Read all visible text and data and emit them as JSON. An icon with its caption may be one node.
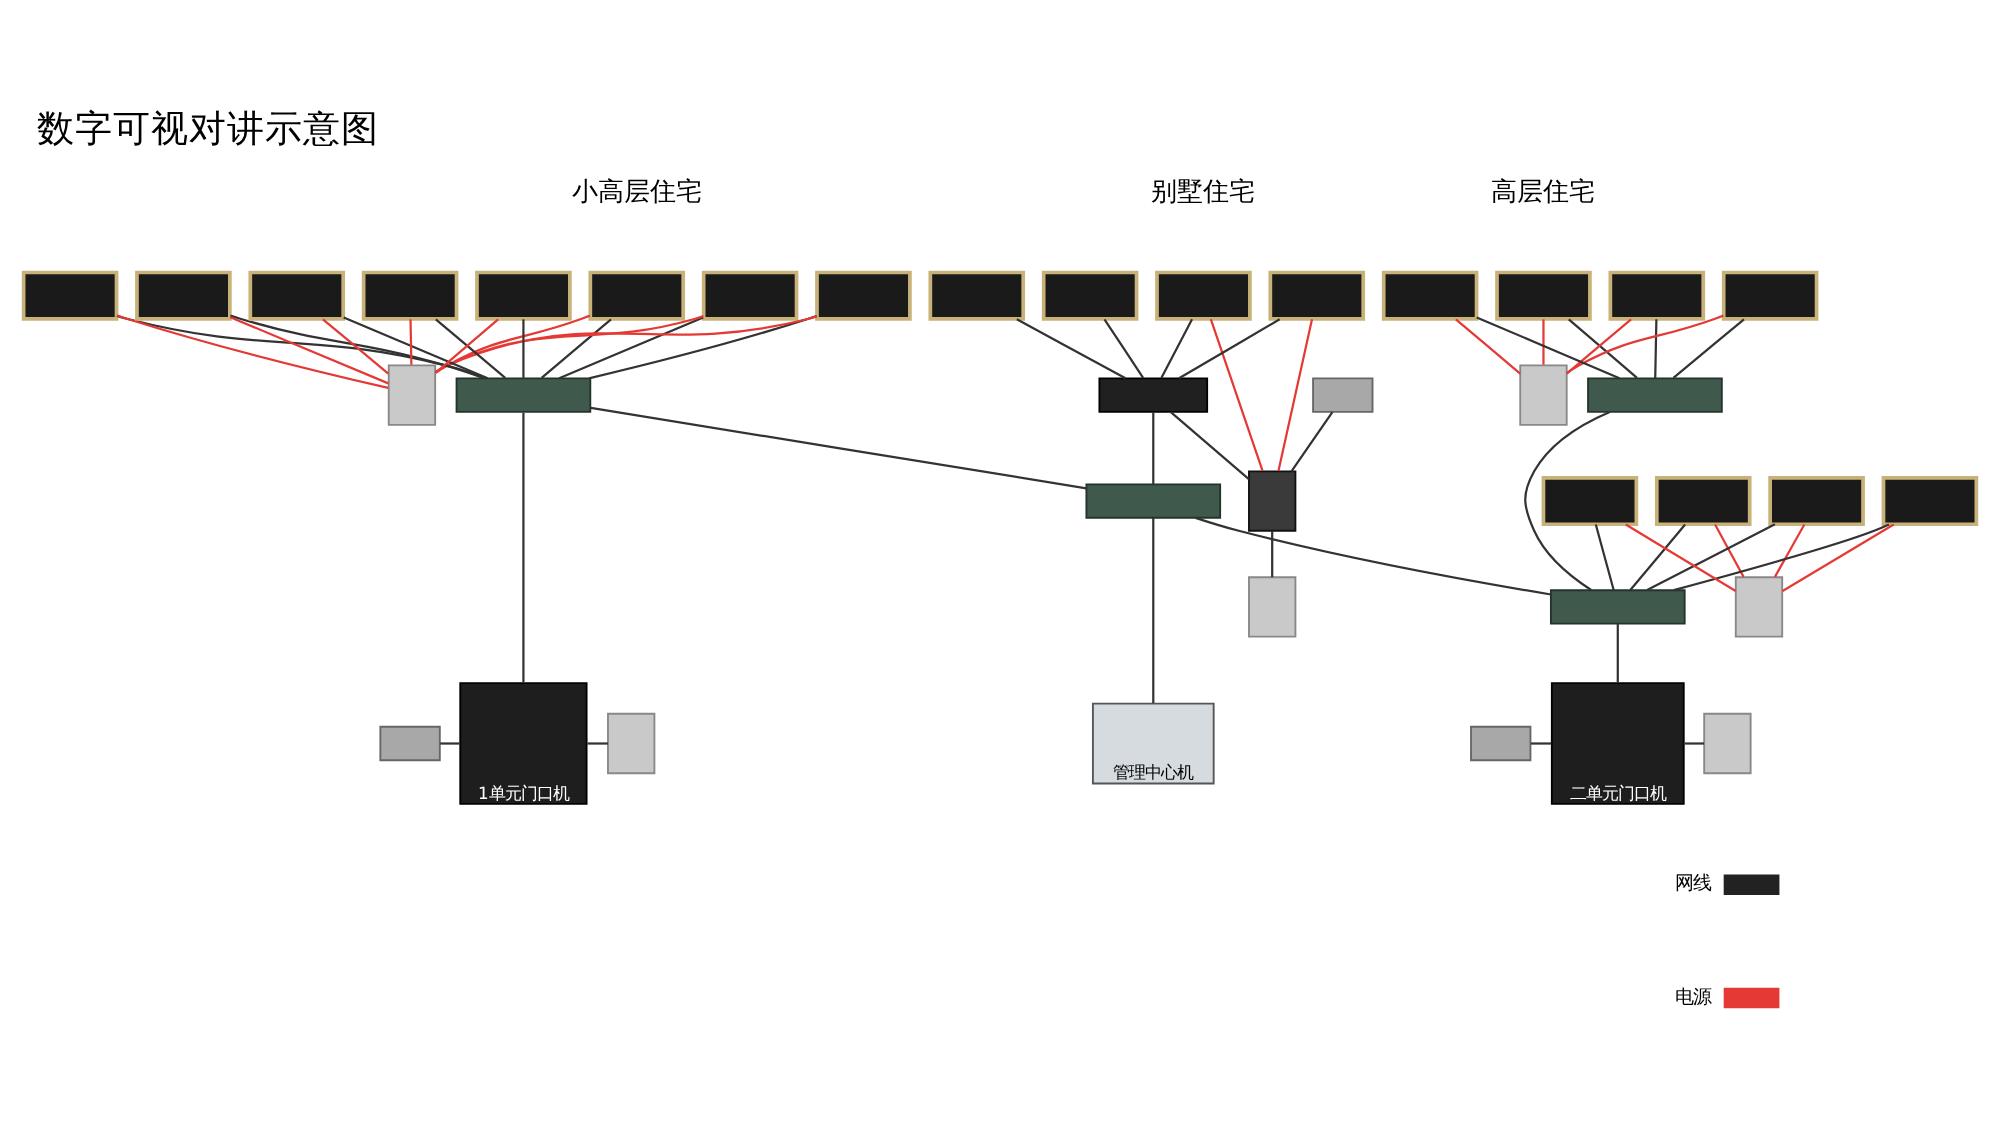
{
  "diagram": {
    "title": "数字可视对讲示意图",
    "nodes": [
      {
        "text": [],
        "shape": "box"
      },
      {
        "text": [],
        "shape": "box"
      },
      {
        "text": [],
        "shape": "box"
      },
      {
        "text": [],
        "shape": "box"
      },
      {
        "text": [],
        "shape": "box"
      },
      {
        "text": [],
        "shape": "box"
      },
      {
        "text": [],
        "shape": "box"
      },
      {
        "text": [],
        "shape": "box"
      },
      {
        "text": [],
        "shape": "box"
      },
      {
        "text": [],
        "shape": "box"
      },
      {
        "text": [
          "1单元门口机"
        ]
      },
      {
        "text": [],
        "shape": "box"
      },
      {
        "text": [],
        "shape": "box"
      },
      {
        "text": [],
        "shape": "box"
      },
      {
        "text": [],
        "shape": "box"
      },
      {
        "text": [],
        "shape": "box"
      },
      {
        "text": [],
        "shape": "box"
      },
      {
        "text": [],
        "shape": "box"
      },
      {
        "text": [],
        "shape": "box"
      },
      {
        "text": [],
        "shape": "box"
      },
      {
        "text": [],
        "shape": "box"
      },
      {
        "text": [],
        "shape": "box"
      },
      {
        "text": [
          "管理中心机"
        ]
      },
      {
        "text": [],
        "shape": "box"
      },
      {
        "text": [],
        "shape": "box"
      },
      {
        "text": [],
        "shape": "box"
      },
      {
        "text": [],
        "shape": "box"
      },
      {
        "text": [],
        "shape": "box"
      },
      {
        "text": [],
        "shape": "box"
      },
      {
        "text": [],
        "shape": "box"
      },
      {
        "text": [],
        "shape": "box"
      },
      {
        "text": [],
        "shape": "box"
      },
      {
        "text": [],
        "shape": "box"
      },
      {
        "text": [],
        "shape": "box"
      },
      {
        "text": [],
        "shape": "box"
      },
      {
        "text": [
          "二单元门口机"
        ]
      },
      {
        "text": [],
        "shape": "box"
      },
      {
        "text": [],
        "shape": "box"
      }
    ],
    "edges": [
      {
        "from": 0,
        "to": 8,
        "arrow": "none"
      },
      {
        "from": 1,
        "to": 8,
        "arrow": "none"
      },
      {
        "from": 2,
        "to": 8,
        "arrow": "none"
      },
      {
        "from": 3,
        "to": 8,
        "arrow": "none"
      },
      {
        "from": 4,
        "to": 8,
        "arrow": "none"
      },
      {
        "from": 5,
        "to": 8,
        "arrow": "none"
      },
      {
        "from": 6,
        "to": 8,
        "arrow": "none"
      },
      {
        "from": 7,
        "to": 8,
        "arrow": "none"
      },
      {
        "from": 0,
        "to": 9,
        "arrow": "none",
        "color": "#e53935"
      },
      {
        "from": 1,
        "to": 9,
        "arrow": "none",
        "color": "#e53935"
      },
      {
        "from": 2,
        "to": 9,
        "arrow": "none",
        "color": "#e53935"
      },
      {
        "from": 3,
        "to": 9,
        "arrow": "none",
        "color": "#e53935"
      },
      {
        "from": 4,
        "to": 9,
        "arrow": "none",
        "color": "#e53935"
      },
      {
        "from": 5,
        "to": 9,
        "arrow": "none",
        "color": "#e53935"
      },
      {
        "from": 6,
        "to": 9,
        "arrow": "none",
        "color": "#e53935"
      },
      {
        "from": 7,
        "to": 9,
        "arrow": "none",
        "color": "#e53935"
      },
      {
        "from": 8,
        "to": 10,
        "arrow": "none"
      },
      {
        "from": 11,
        "to": 10,
        "arrow": "none"
      },
      {
        "from": 10,
        "to": 12,
        "arrow": "none"
      },
      {
        "from": 8,
        "to": 21,
        "arrow": "none"
      },
      {
        "from": 13,
        "to": 17,
        "arrow": "none"
      },
      {
        "from": 14,
        "to": 17,
        "arrow": "none"
      },
      {
        "from": 15,
        "to": 17,
        "arrow": "none"
      },
      {
        "from": 16,
        "to": 17,
        "arrow": "none"
      },
      {
        "from": 13,
        "to": 19,
        "arrow": "none",
        "color": "#e53935"
      },
      {
        "from": 14,
        "to": 19,
        "arrow": "none",
        "color": "#e53935"
      },
      {
        "from": 17,
        "to": 19,
        "arrow": "none"
      },
      {
        "from": 18,
        "to": 19,
        "arrow": "none"
      },
      {
        "from": 19,
        "to": 20,
        "arrow": "none"
      },
      {
        "from": 17,
        "to": 21,
        "arrow": "none"
      },
      {
        "from": 21,
        "to": 22,
        "arrow": "none"
      },
      {
        "from": 21,
        "to": 33,
        "arrow": "none"
      },
      {
        "from": 23,
        "to": 28,
        "arrow": "none"
      },
      {
        "from": 24,
        "to": 28,
        "arrow": "none"
      },
      {
        "from": 25,
        "to": 28,
        "arrow": "none"
      },
      {
        "from": 26,
        "to": 28,
        "arrow": "none"
      },
      {
        "from": 23,
        "to": 27,
        "arrow": "none",
        "color": "#e53935"
      },
      {
        "from": 24,
        "to": 27,
        "arrow": "none",
        "color": "#e53935"
      },
      {
        "from": 25,
        "to": 27,
        "arrow": "none",
        "color": "#e53935"
      },
      {
        "from": 26,
        "to": 27,
        "arrow": "none",
        "color": "#e53935"
      },
      {
        "from": 28,
        "to": 33,
        "arrow": "none"
      },
      {
        "from": 29,
        "to": 33,
        "arrow": "none"
      },
      {
        "from": 30,
        "to": 33,
        "arrow": "none"
      },
      {
        "from": 31,
        "to": 33,
        "arrow": "none"
      },
      {
        "from": 32,
        "to": 33,
        "arrow": "none"
      },
      {
        "from": 29,
        "to": 34,
        "arrow": "none",
        "color": "#e53935"
      },
      {
        "from": 30,
        "to": 34,
        "arrow": "none",
        "color": "#e53935"
      },
      {
        "from": 31,
        "to": 34,
        "arrow": "none",
        "color": "#e53935"
      },
      {
        "from": 32,
        "to": 34,
        "arrow": "none",
        "color": "#e53935"
      },
      {
        "from": 33,
        "to": 35,
        "arrow": "none"
      },
      {
        "from": 36,
        "to": 35,
        "arrow": "none"
      },
      {
        "from": 35,
        "to": 37,
        "arrow": "none"
      }
    ],
    "labels": [
      "小高层住宅",
      "别墅住宅",
      "高层住宅"
    ],
    "legend": [
      {
        "text": "网线"
      },
      {
        "text": "电源"
      }
    ]
  }
}
